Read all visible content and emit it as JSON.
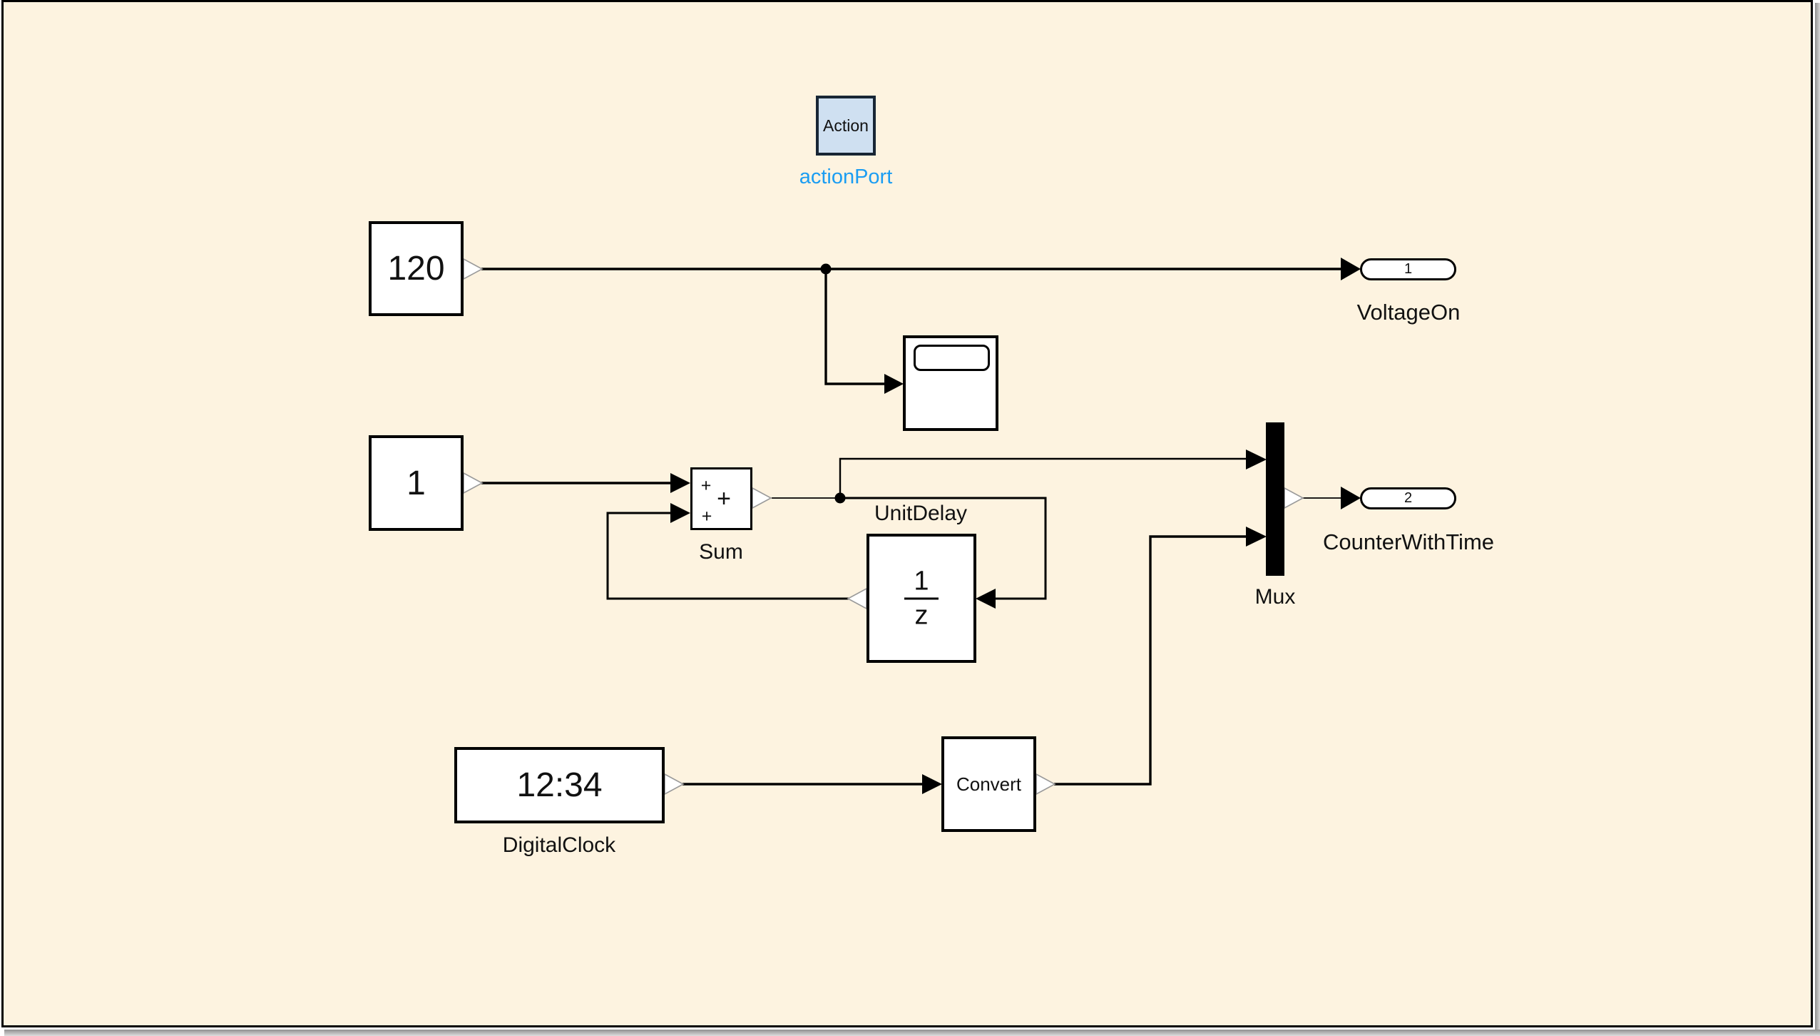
{
  "colors": {
    "canvas_background": "#fdf3e0",
    "action_block_fill": "#cfe0f1",
    "action_block_border": "#182635",
    "action_port_label_color": "#1b9df2",
    "wire_color": "#000000",
    "block_fill": "#ffffff"
  },
  "blocks": {
    "action": {
      "text": "Action",
      "port_label": "actionPort"
    },
    "constant_voltage": {
      "value": "120"
    },
    "constant_step": {
      "value": "1"
    },
    "sum": {
      "label": "Sum",
      "plus_top": "+",
      "plus_center": "+",
      "plus_bottom": "+"
    },
    "unit_delay": {
      "label": "UnitDelay",
      "numerator": "1",
      "denominator": "z"
    },
    "digital_clock": {
      "value": "12:34",
      "label": "DigitalClock"
    },
    "convert": {
      "text": "Convert"
    },
    "mux": {
      "label": "Mux"
    },
    "outport_voltage": {
      "port_number": "1",
      "label": "VoltageOn"
    },
    "outport_counter": {
      "port_number": "2",
      "label": "CounterWithTime"
    }
  }
}
